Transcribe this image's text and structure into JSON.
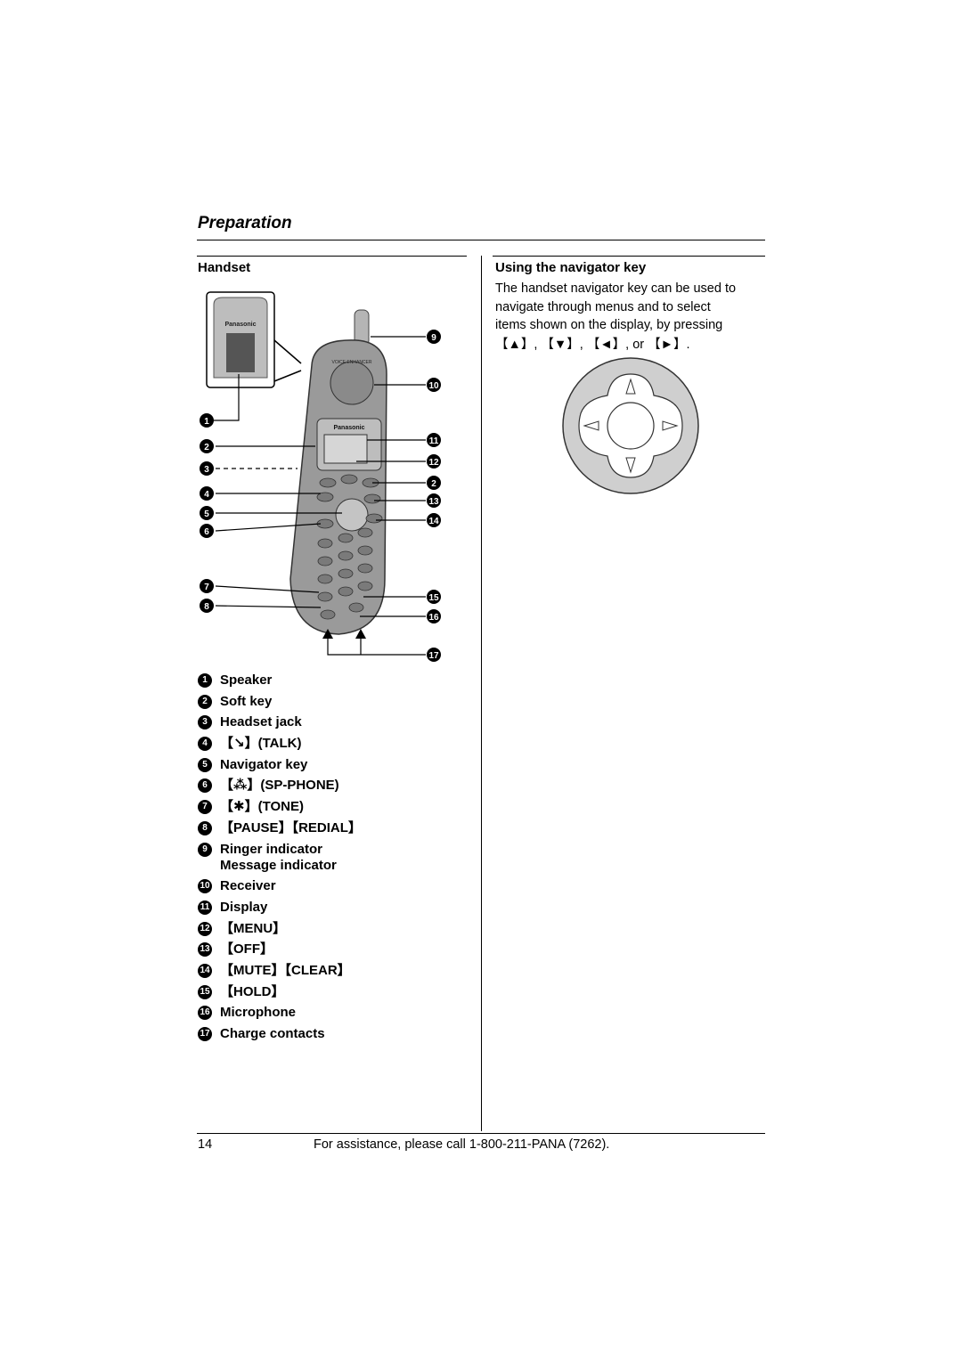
{
  "header": {
    "section_title": "Preparation"
  },
  "left": {
    "heading": "Handset",
    "callout_numbers": [
      "1",
      "2",
      "3",
      "4",
      "5",
      "6",
      "7",
      "8",
      "9",
      "10",
      "11",
      "12",
      "2",
      "13",
      "14",
      "15",
      "16",
      "17"
    ],
    "legend": [
      {
        "num": "1",
        "label": "Speaker"
      },
      {
        "num": "2",
        "label": "Soft key"
      },
      {
        "num": "3",
        "label": "Headset jack"
      },
      {
        "num": "4",
        "label": "【↘】(TALK)"
      },
      {
        "num": "5",
        "label": "Navigator key"
      },
      {
        "num": "6",
        "label": "【⁂】(SP-PHONE)"
      },
      {
        "num": "7",
        "label": "【✱】(TONE)"
      },
      {
        "num": "8",
        "label": "【PAUSE】【REDIAL】"
      },
      {
        "num": "9",
        "label": "Ringer indicator",
        "sub": "Message indicator"
      },
      {
        "num": "10",
        "label": "Receiver"
      },
      {
        "num": "11",
        "label": "Display"
      },
      {
        "num": "12",
        "label": "【MENU】"
      },
      {
        "num": "13",
        "label": "【OFF】"
      },
      {
        "num": "14",
        "label": "【MUTE】【CLEAR】"
      },
      {
        "num": "15",
        "label": "【HOLD】"
      },
      {
        "num": "16",
        "label": "Microphone"
      },
      {
        "num": "17",
        "label": "Charge contacts"
      }
    ],
    "figure": {
      "brand_text": "Panasonic",
      "receiver_text": "VOICE ENHANCER"
    }
  },
  "right": {
    "heading": "Using the navigator key",
    "text_lines": [
      "The handset navigator key can be used to",
      "navigate through menus and to select",
      "items shown on the display, by pressing"
    ],
    "keys_line": "【▲】, 【▼】, 【◄】, or 【►】."
  },
  "footer": {
    "page_number": "14",
    "assistance": "For assistance, please call 1-800-211-PANA (7262)."
  },
  "colors": {
    "text": "#000000",
    "phone_body": "#9a9a9a",
    "nav_ring": "#cfcfcf"
  }
}
